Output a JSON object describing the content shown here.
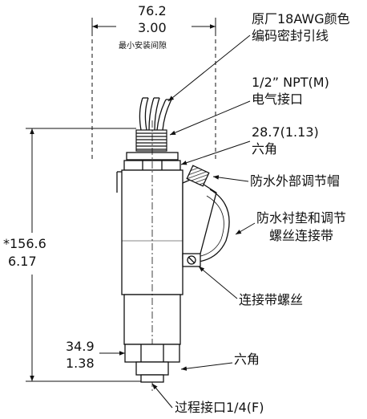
{
  "labels": {
    "width_mm": "76.2",
    "width_in": "3.00",
    "min_clearance": "最小安装间隙",
    "leads_line1": "原厂18AWG颜色",
    "leads_line2": "编码密封引线",
    "conduit_line1": "1/2” NPT(M)",
    "conduit_line2": "电气接口",
    "hex_top_size": "28.7(1.13)",
    "hex_top_label": "六角",
    "cap": "防水外部调节帽",
    "gasket_line1": "防水衬垫和调节",
    "gasket_line2": "螺丝连接带",
    "height_mm": "*156.6",
    "height_in": "6.17",
    "strap_screw": "连接带螺丝",
    "hex_bottom_mm": "34.9",
    "hex_bottom_in": "1.38",
    "hex_bottom_label": "六角",
    "process_port": "过程接口1/4(F)"
  },
  "colors": {
    "line": "#111111",
    "background": "#ffffff"
  }
}
